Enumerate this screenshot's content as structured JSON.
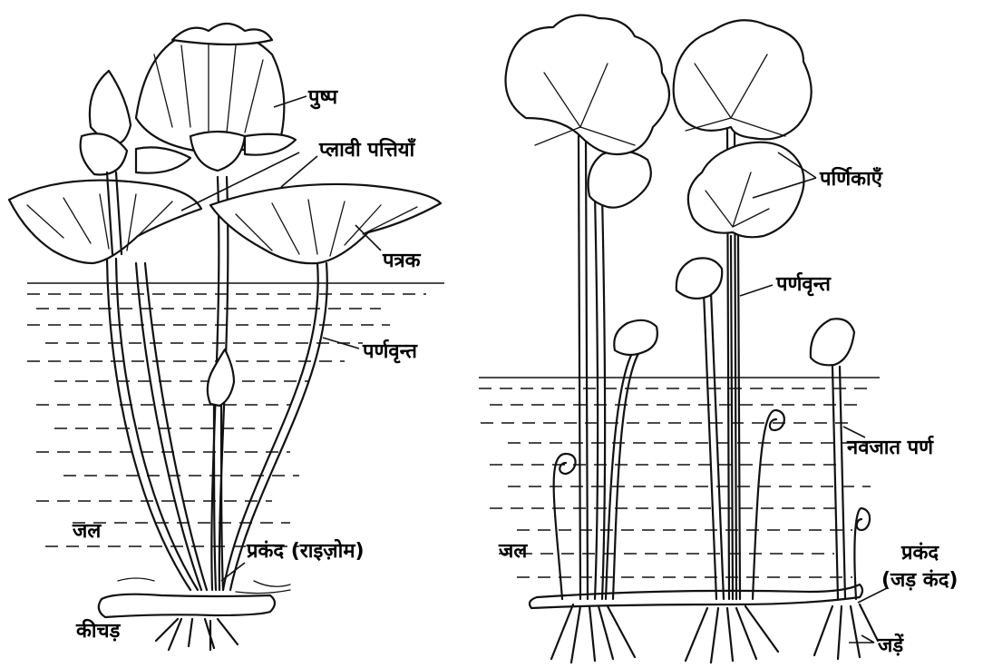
{
  "lotus": {
    "flower": "पुष्प",
    "floating_leaves": "प्लावी पत्तियाँ",
    "lamina": "पत्रक",
    "petiole": "पर्णवृन्त",
    "water": "जल",
    "rhizome": "प्रकंद (राइज़ोम)",
    "mud": "कीचड़"
  },
  "marsilea": {
    "leaflets": "पर्णिकाएँ",
    "petiole": "पर्णवृन्त",
    "young_leaf": "नवजात पर्ण",
    "water": "जल",
    "rhizome_line1": "प्रकंद",
    "rhizome_line2": "(जड़ कंद)",
    "roots": "जड़ें"
  }
}
